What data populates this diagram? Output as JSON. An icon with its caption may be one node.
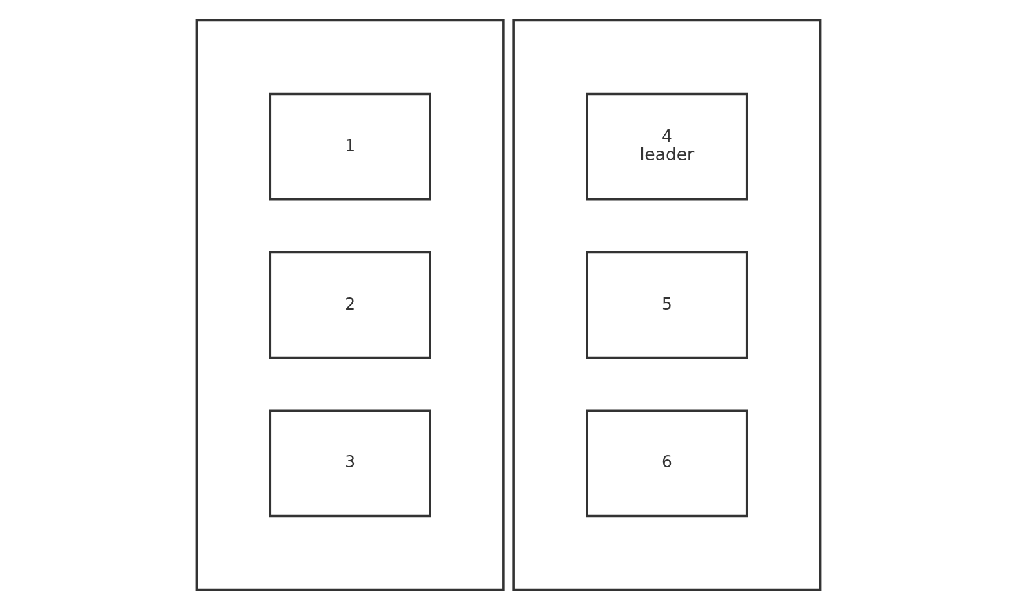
{
  "diagram": {
    "nodes": [
      {
        "text": [],
        "shape": "box"
      },
      {
        "text": [
          "1"
        ],
        "in": 0
      },
      {
        "text": [
          "2"
        ],
        "in": 0
      },
      {
        "text": [
          "3"
        ],
        "in": 0
      },
      {
        "text": [],
        "shape": "box"
      },
      {
        "text": [
          "4",
          "leader"
        ],
        "in": 4
      },
      {
        "text": [
          "5"
        ],
        "in": 4
      },
      {
        "text": [
          "6"
        ],
        "in": 4
      }
    ]
  }
}
